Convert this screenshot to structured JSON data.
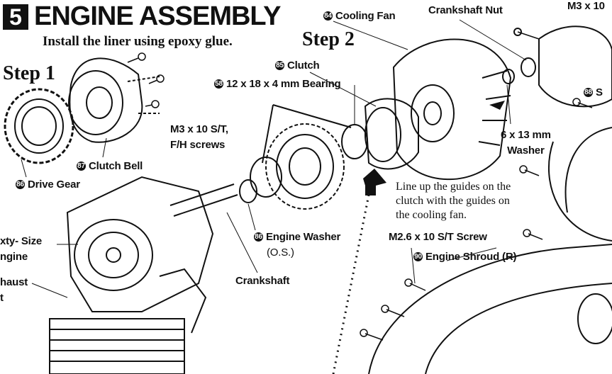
{
  "header": {
    "section_number": "5",
    "title": "ENGINE ASSEMBLY",
    "instruction": "Install the liner using epoxy glue."
  },
  "steps": {
    "step1": "Step 1",
    "step2": "Step 2"
  },
  "parts": {
    "cooling_fan": {
      "num": "84",
      "label": "Cooling Fan"
    },
    "crankshaft_nut": {
      "label": "Crankshaft Nut"
    },
    "m3x10_top": {
      "label": "M3 x 10"
    },
    "clutch": {
      "num": "85",
      "label": "Clutch"
    },
    "bearing": {
      "num": "58",
      "label": "12 x 18 x 4 mm Bearing"
    },
    "shroud_s": {
      "num": "88",
      "label": "S"
    },
    "m3_screws": {
      "line1": "M3 x 10 S/T,",
      "line2": "F/H screws"
    },
    "clutch_bell": {
      "num": "87",
      "label": "Clutch Bell"
    },
    "drive_gear": {
      "num": "86",
      "label": "Drive Gear"
    },
    "washer_6x13": {
      "line1": "6 x 13 mm",
      "line2": "Washer"
    },
    "engine_washer": {
      "num": "86",
      "label": "Engine Washer",
      "sub": "(O.S.)"
    },
    "engine": {
      "line1": "xty- Size",
      "line2": "ngine"
    },
    "exhaust": {
      "line1": "haust",
      "line2": "t"
    },
    "crankshaft": {
      "label": "Crankshaft"
    },
    "m26_screw": {
      "label": "M2.6 x 10 S/T Screw"
    },
    "engine_shroud": {
      "num": "90",
      "label": "Engine Shroud (R)"
    }
  },
  "note": {
    "line1": "Line up the guides on the",
    "line2": "clutch with the guides on",
    "line3": "the cooling fan."
  }
}
